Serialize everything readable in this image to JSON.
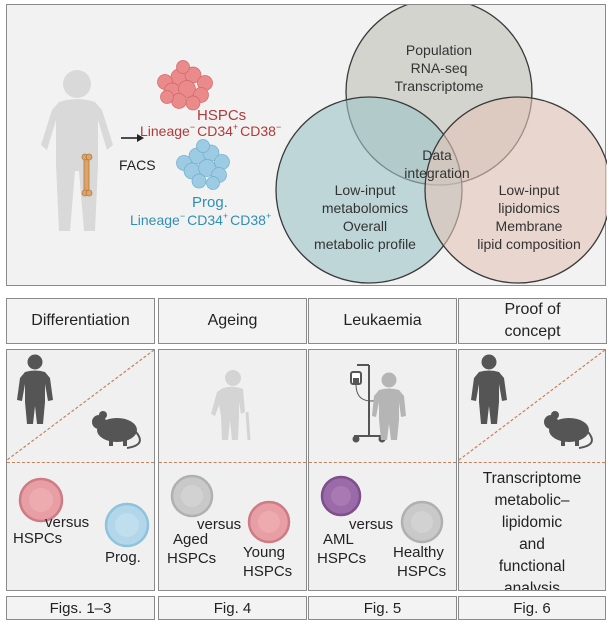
{
  "top": {
    "facs": "FACS",
    "hspc_title": "HSPCs",
    "hspc_lineage": "Lineage",
    "hspc_lineage_sup": "−",
    "hspc_cd34": "CD34",
    "hspc_cd34_sup": "+",
    "hspc_cd38": "CD38",
    "hspc_cd38_sup": "−",
    "prog_title": "Prog.",
    "prog_lineage": "Lineage",
    "prog_lineage_sup": "−",
    "prog_cd34": "CD34",
    "prog_cd34_sup": "+",
    "prog_cd38": "CD38",
    "prog_cd38_sup": "+",
    "venn": {
      "top": [
        "Population",
        "RNA-seq",
        "Transcriptome"
      ],
      "left": [
        "Low-input",
        "metabolomics",
        "Overall",
        "metabolic profile"
      ],
      "right": [
        "Low-input",
        "lipidomics",
        "Membrane",
        "lipid composition"
      ],
      "center": [
        "Data",
        "integration"
      ]
    }
  },
  "columns": [
    {
      "header": "Differentiation",
      "footer": "Figs. 1–3",
      "versus": "versus",
      "left_label": "HSPCs",
      "right_label": "Prog."
    },
    {
      "header": "Ageing",
      "footer": "Fig. 4",
      "versus": "versus",
      "left_label_1": "Aged",
      "left_label_2": "HSPCs",
      "right_label_1": "Young",
      "right_label_2": "HSPCs"
    },
    {
      "header": "Leukaemia",
      "footer": "Fig. 5",
      "versus": "versus",
      "left_label_1": "AML",
      "left_label_2": "HSPCs",
      "right_label_1": "Healthy",
      "right_label_2": "HSPCs"
    },
    {
      "header_1": "Proof of",
      "header_2": "concept",
      "footer": "Fig. 6",
      "lines": [
        "Transcriptome",
        "metabolic–",
        "lipidomic",
        "and",
        "functional",
        "analysis"
      ]
    }
  ],
  "colors": {
    "hspc_red": "#b03a3a",
    "prog_blue": "#2f8fb5",
    "venn_top": "#c9c9c3",
    "venn_left": "#9cc3c6",
    "venn_right": "#e2c4b7",
    "dashed": "#c7825c"
  },
  "icons": [
    "human-figure-icon",
    "bone-icon",
    "arrow-icon",
    "cell-cluster-icon",
    "mouse-icon",
    "elderly-person-icon",
    "iv-drip-icon",
    "cell-icon"
  ]
}
